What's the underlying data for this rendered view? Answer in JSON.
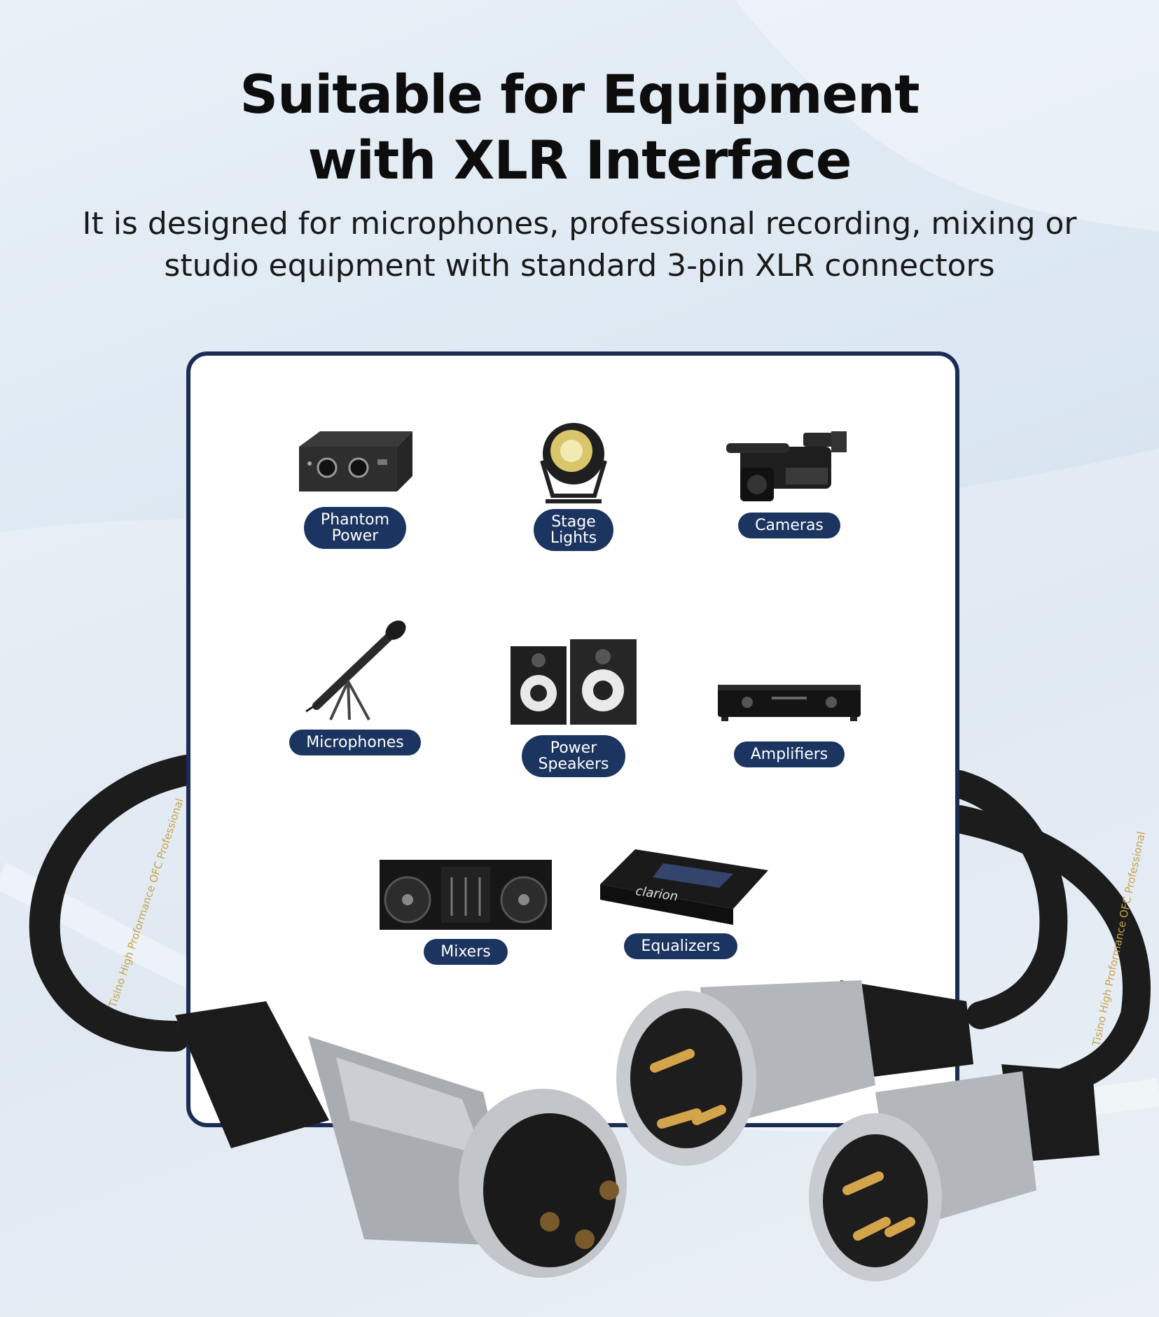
{
  "headline": "Suitable for Equipment\nwith XLR Interface",
  "subline": "It is designed for microphones, professional recording, mixing or\nstudio equipment with standard 3-pin XLR connectors",
  "devices": [
    {
      "label": "Phantom\nPower",
      "icon": "phantom-power-icon"
    },
    {
      "label": "Stage\nLights",
      "icon": "stage-light-icon"
    },
    {
      "label": "Cameras",
      "icon": "camera-icon"
    },
    {
      "label": "Microphones",
      "icon": "microphone-icon"
    },
    {
      "label": "Power\nSpeakers",
      "icon": "speaker-icon"
    },
    {
      "label": "Amplifiers",
      "icon": "amplifier-icon"
    },
    {
      "label": "Mixers",
      "icon": "mixer-icon"
    },
    {
      "label": "Equalizers",
      "icon": "equalizer-icon"
    }
  ],
  "equalizer_brand": "clarion",
  "cable_print": "Tisino High Proformance OFC Professional",
  "colors": {
    "accent": "#1b3460",
    "panel_border": "#1b2d55",
    "cable_text": "#c9a24a"
  }
}
